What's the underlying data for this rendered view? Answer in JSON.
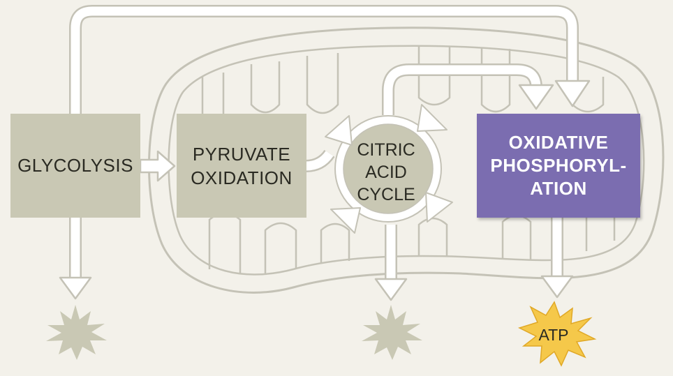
{
  "stages": {
    "glycolysis": {
      "label": "GLYCOLYSIS"
    },
    "pyruvate_oxidation": {
      "lines": [
        "PYRUVATE",
        "OXIDATION"
      ]
    },
    "citric_acid_cycle": {
      "lines": [
        "CITRIC",
        "ACID",
        "CYCLE"
      ]
    },
    "oxidative_phosphorylation": {
      "lines": [
        "OXIDATIVE",
        "PHOSPHORYL-",
        "ATION"
      ]
    }
  },
  "outputs": {
    "atp": {
      "label": "ATP"
    }
  },
  "colors": {
    "background": "#f3f1ea",
    "stage_box": "#c9c8b4",
    "oxidative_box": "#7b6db0",
    "atp_star": "#f5c84a",
    "starburst": "#c9c8b4",
    "arrow_fill": "#ffffff",
    "arrow_outline": "#c4c2b6",
    "mitochondrion_outline": "#c4c2b6"
  }
}
